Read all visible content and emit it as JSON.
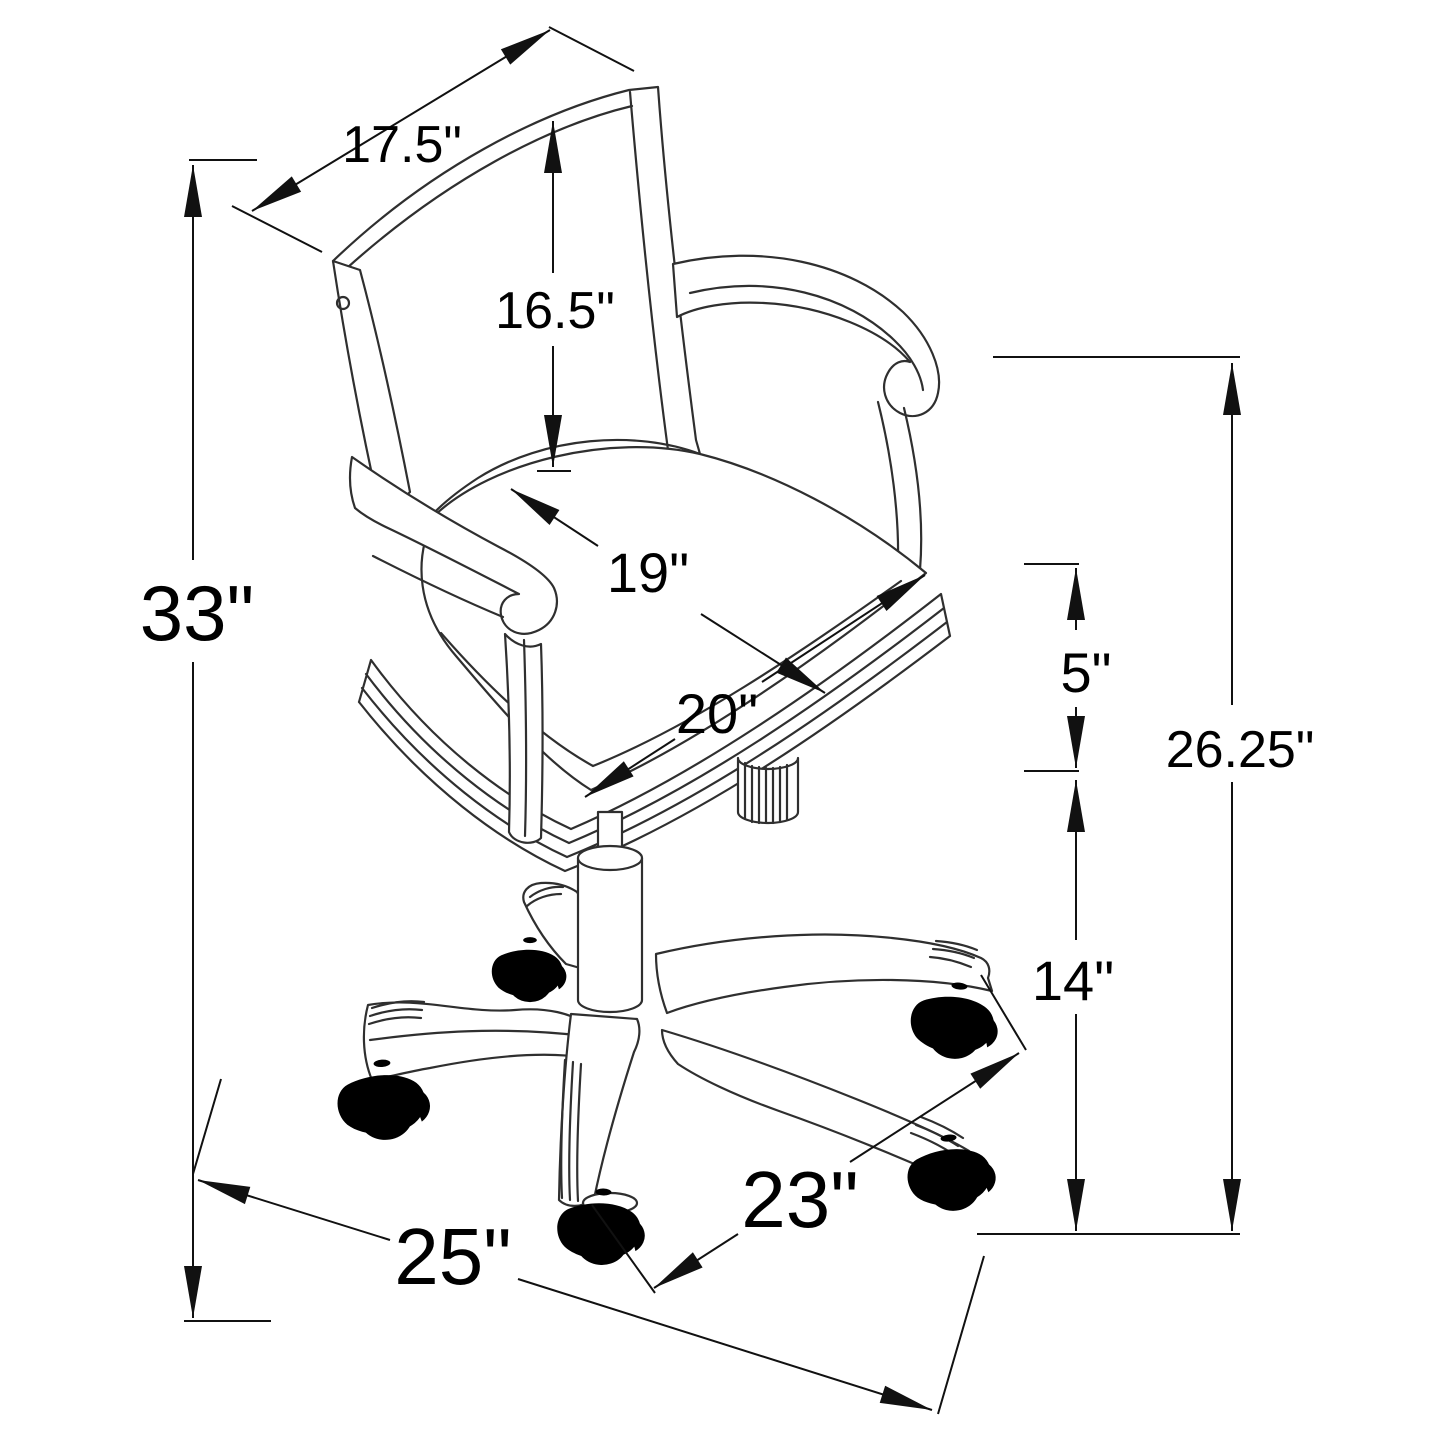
{
  "diagram": {
    "subject": "Swivel game chair with casters - dimension drawing",
    "units": "inches",
    "background_color": "#ffffff",
    "line_color": "#2f2f2f",
    "text_color": "#000000"
  },
  "dimensions": {
    "backrest_width": {
      "label": "17.5\"",
      "value": 17.5
    },
    "backrest_height": {
      "label": "16.5\"",
      "value": 16.5
    },
    "overall_height": {
      "label": "33\"",
      "value": 33
    },
    "seat_depth": {
      "label": "19\"",
      "value": 19
    },
    "seat_width": {
      "label": "20\"",
      "value": 20
    },
    "seat_thickness": {
      "label": "5\"",
      "value": 5
    },
    "floor_to_arm": {
      "label": "26.25\"",
      "value": 26.25
    },
    "floor_to_seat": {
      "label": "14\"",
      "value": 14
    },
    "base_depth": {
      "label": "23\"",
      "value": 23
    },
    "base_width": {
      "label": "25\"",
      "value": 25
    }
  }
}
